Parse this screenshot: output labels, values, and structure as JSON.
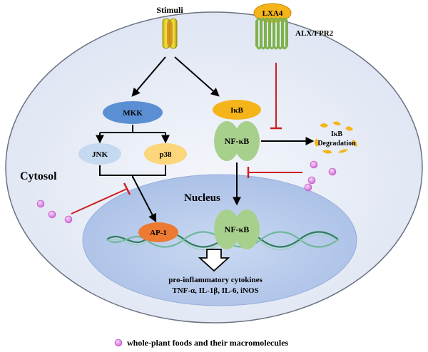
{
  "labels": {
    "stimuli": "Stimuli",
    "lxa4": "LXA4",
    "receptor": "ALX/FPR2",
    "cytosol": "Cytosol",
    "nucleus": "Nucleus",
    "mkk": "MKK",
    "jnk": "JNK",
    "p38": "p38",
    "ikb": "IκB",
    "nfkb_cyto": "NF-κB",
    "nfkb_nuc": "NF-κB",
    "ikb_deg_1": "IκB",
    "ikb_deg_2": "Degradation",
    "ap1": "AP-1",
    "cytokines_1": "pro-inflammatory cytokines",
    "cytokines_2": "TNF-α, IL-1β, IL-6, iNOS"
  },
  "legend": {
    "text": "whole-plant foods and their macromolecules"
  },
  "colors": {
    "cell": "#e4eaf6",
    "cell_edge": "#6b7280",
    "nucleus": "#b8cbec",
    "mkk": "#5b8fd3",
    "jnk": "#c5d9f0",
    "p38": "#fbd67a",
    "ikb": "#f4b41a",
    "nfkb": "#a8d08d",
    "ap1": "#ec7a32",
    "inhibit": "#cc1f1f",
    "molecule": "#e08ae2"
  }
}
